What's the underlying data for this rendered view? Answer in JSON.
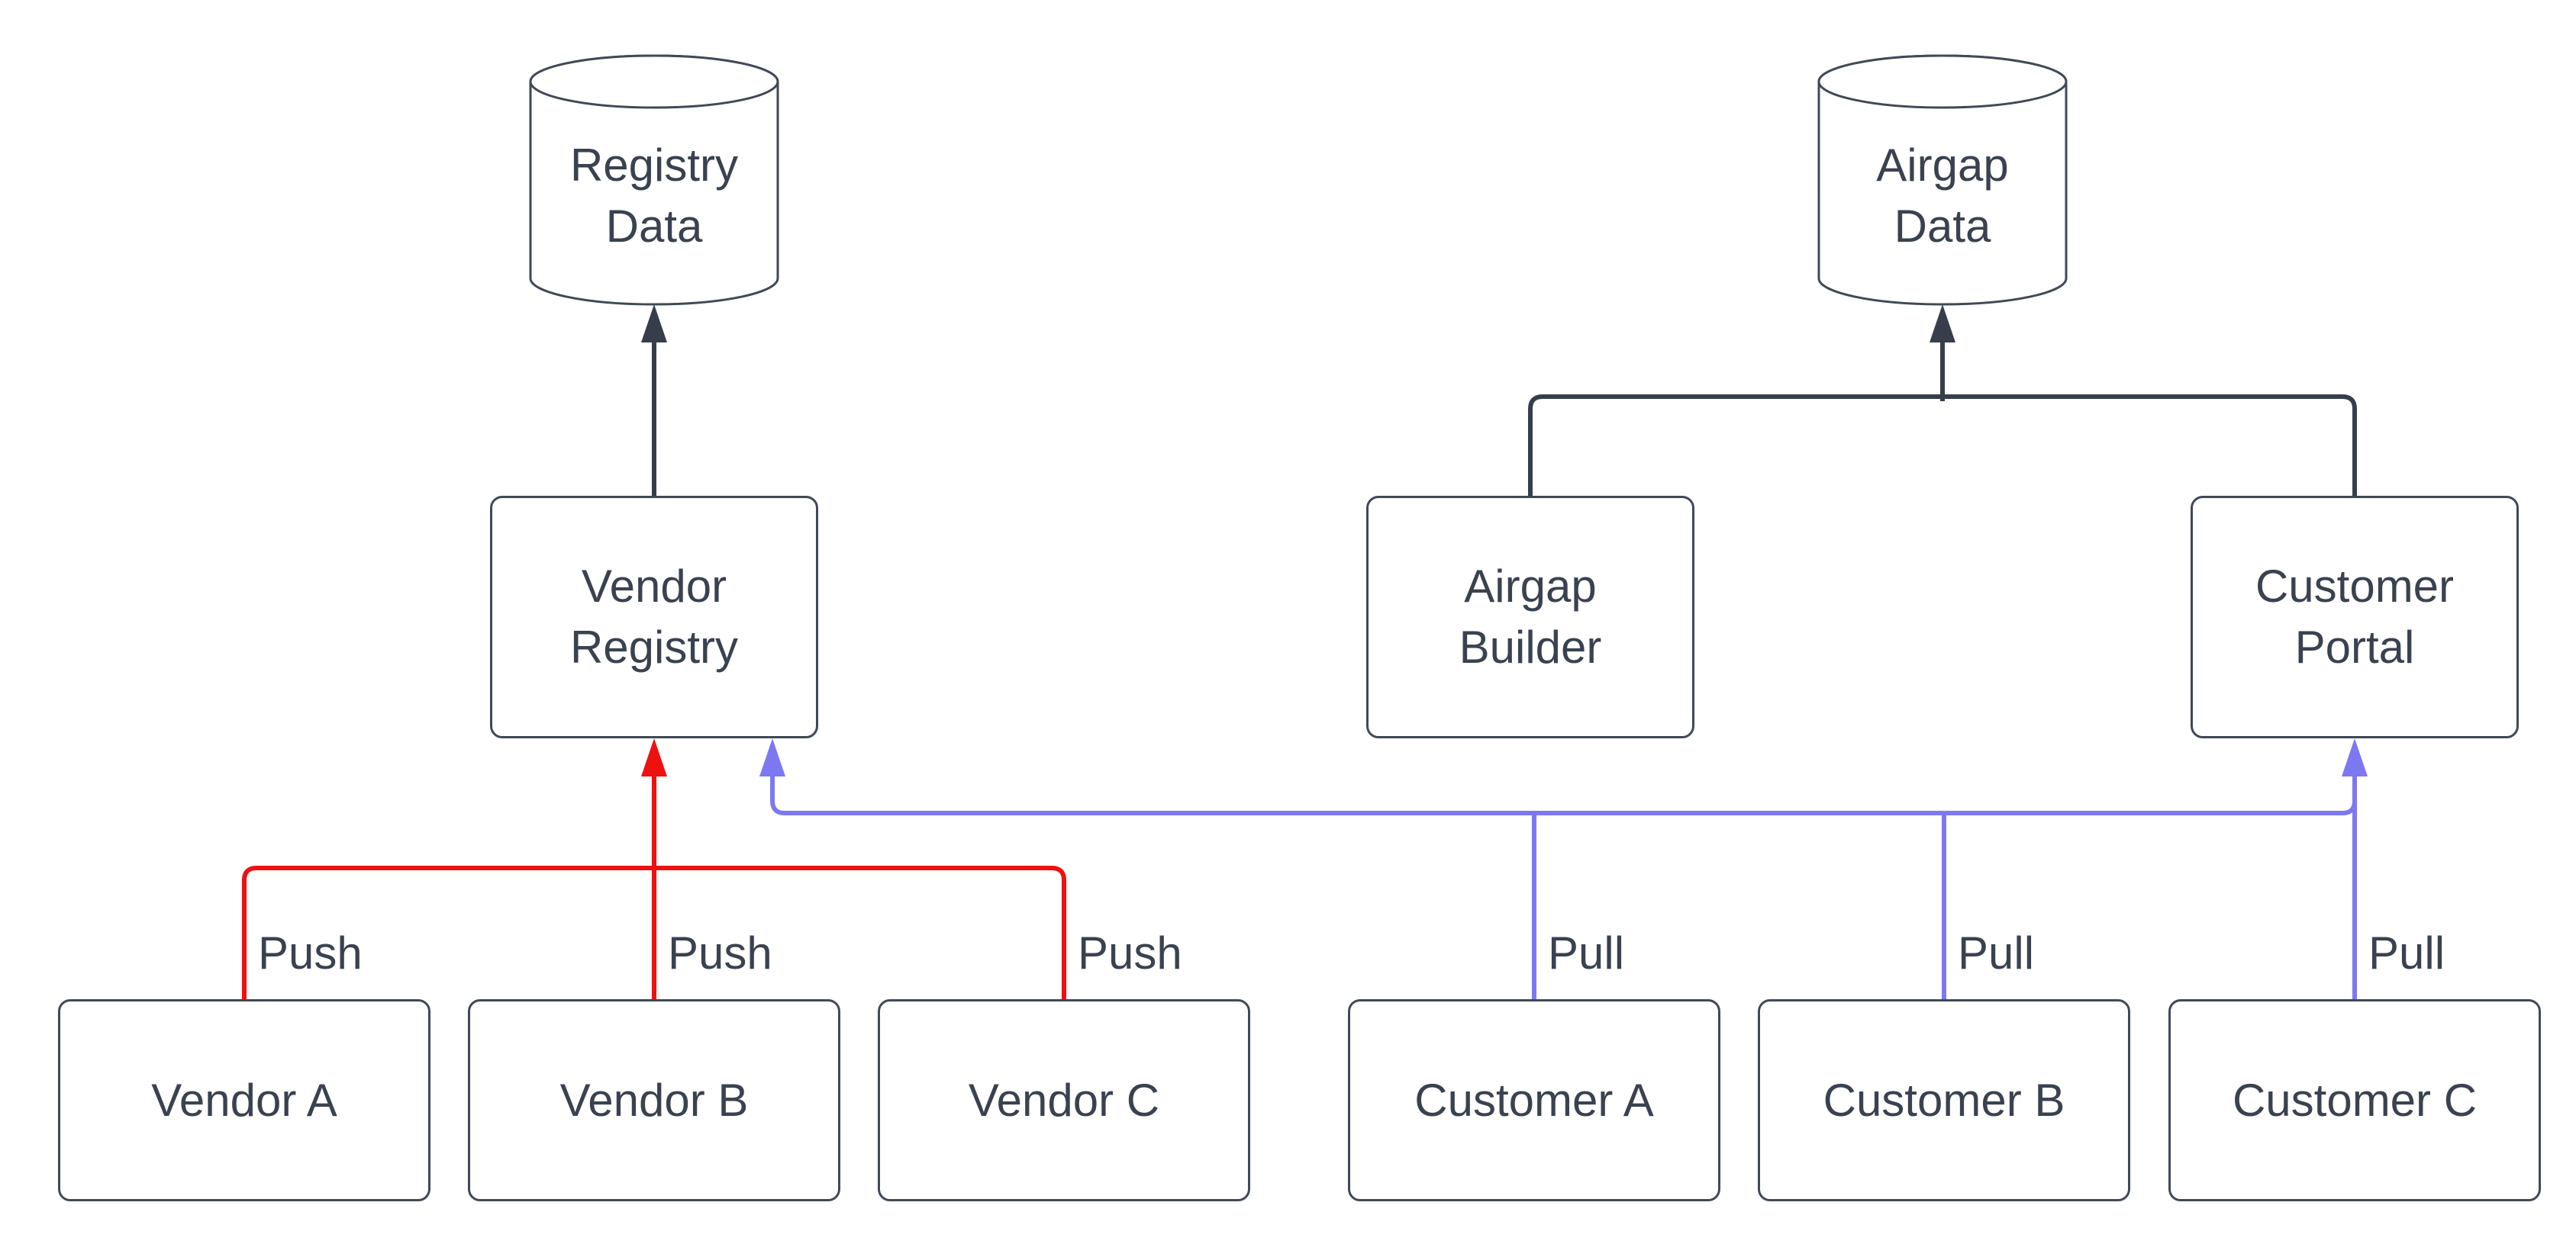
{
  "diagram": {
    "background": "#ffffff",
    "colors": {
      "node_border": "#414956",
      "text": "#3a4250",
      "store_edge": "#363e4c",
      "push_edge": "#ee1111",
      "pull_edge": "#7c78f2"
    },
    "nodes": {
      "registry_data": {
        "label": "Registry\nData",
        "shape": "cylinder"
      },
      "airgap_data": {
        "label": "Airgap\nData",
        "shape": "cylinder"
      },
      "vendor_registry": {
        "label": "Vendor\nRegistry",
        "shape": "rect"
      },
      "airgap_builder": {
        "label": "Airgap\nBuilder",
        "shape": "rect"
      },
      "customer_portal": {
        "label": "Customer\nPortal",
        "shape": "rect"
      },
      "vendor_a": {
        "label": "Vendor A",
        "shape": "rect"
      },
      "vendor_b": {
        "label": "Vendor B",
        "shape": "rect"
      },
      "vendor_c": {
        "label": "Vendor C",
        "shape": "rect"
      },
      "customer_a": {
        "label": "Customer A",
        "shape": "rect"
      },
      "customer_b": {
        "label": "Customer B",
        "shape": "rect"
      },
      "customer_c": {
        "label": "Customer C",
        "shape": "rect"
      }
    },
    "edges": {
      "push": {
        "label": "Push",
        "color": "#ee1111"
      },
      "pull": {
        "label": "Pull",
        "color": "#7c78f2"
      },
      "store": {
        "color": "#363e4c"
      }
    }
  }
}
